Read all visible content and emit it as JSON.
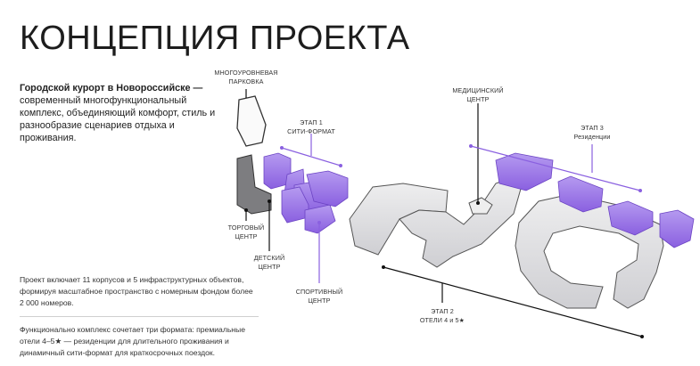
{
  "header": {
    "title": "КОНЦЕПЦИЯ ПРОЕКТА"
  },
  "intro": {
    "bold": "Городской курорт в Новороссийске —",
    "rest": "современный многофункциональный комплекс, объединяющий комфорт, стиль и разнообразие сценариев отдыха и проживания."
  },
  "facts": {
    "p1": "Проект включает 11 корпусов и 5 инфраструктурных объектов, формируя масштабное пространство с номерным фондом более 2 000 номеров.",
    "p2": "Функционально комплекс сочетает три формата: премиальные отели 4–5★ — резиденции для длительного проживания и динамичный сити-формат для краткосрочных поездок."
  },
  "labels": {
    "parking": [
      "МНОГОУРОВНЕВАЯ",
      "ПАРКОВКА"
    ],
    "stage1": [
      "ЭТАП 1",
      "СИТИ-ФОРМАТ"
    ],
    "medical": [
      "МЕДИЦИНСКИЙ",
      "ЦЕНТР"
    ],
    "stage3": [
      "ЭТАП 3",
      "Резиденции"
    ],
    "shopping": [
      "ТОРГОВЫЙ",
      "ЦЕНТР"
    ],
    "kids": [
      "ДЕТСКИЙ",
      "ЦЕНТР"
    ],
    "sport": [
      "СПОРТИВНЫЙ",
      "ЦЕНТР"
    ],
    "stage2": [
      "ЭТАП 2",
      "ОТЕЛИ 4 и 5★"
    ]
  },
  "colors": {
    "accent": "#8a60e0",
    "building_gray": "#d9d9dc",
    "dark": "#1a1a1a"
  }
}
